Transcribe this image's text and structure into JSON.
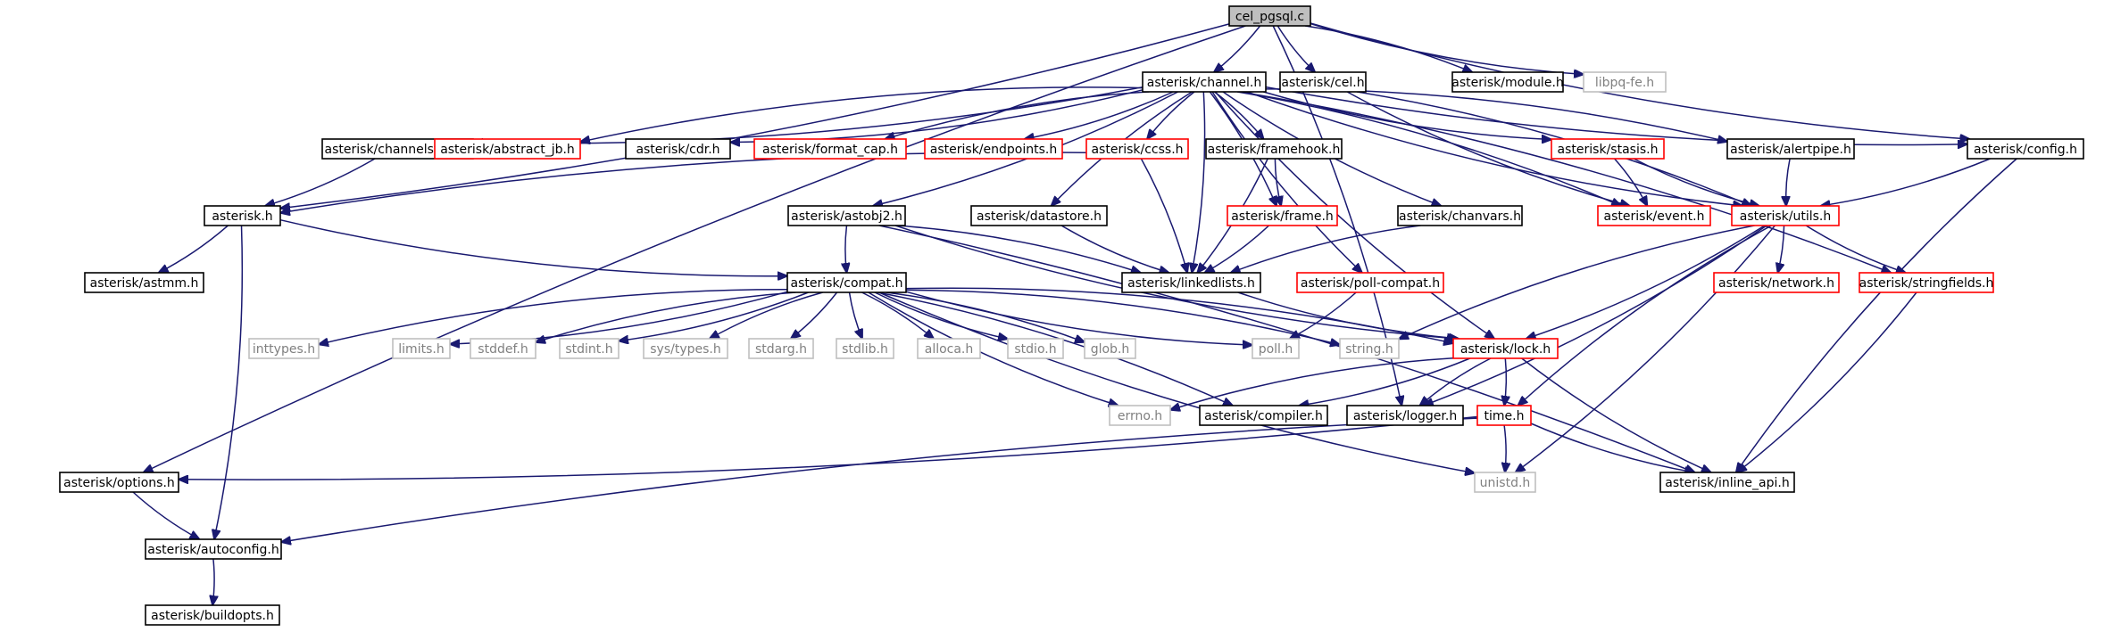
{
  "graph": {
    "title": "cel_pgsql.c",
    "colors": {
      "edge": "#191970",
      "text": "#000000",
      "text_muted": "#808080",
      "border_default": "#000000",
      "border_red": "#ff0000",
      "border_gray": "#bfbfbf",
      "fill_default": "#ffffff",
      "fill_root": "#bfbfbf"
    },
    "nodes": [
      {
        "id": "cel_pgsql",
        "label": "cel_pgsql.c",
        "style": "root"
      },
      {
        "id": "channel",
        "label": "asterisk/channel.h",
        "style": "black"
      },
      {
        "id": "cel",
        "label": "asterisk/cel.h",
        "style": "black"
      },
      {
        "id": "module",
        "label": "asterisk/module.h",
        "style": "black"
      },
      {
        "id": "libpq",
        "label": "libpq-fe.h",
        "style": "gray"
      },
      {
        "id": "channelstate",
        "label": "asterisk/channelstate.h",
        "style": "black"
      },
      {
        "id": "abstract_jb",
        "label": "asterisk/abstract_jb.h",
        "style": "red"
      },
      {
        "id": "cdr",
        "label": "asterisk/cdr.h",
        "style": "black"
      },
      {
        "id": "format_cap",
        "label": "asterisk/format_cap.h",
        "style": "red"
      },
      {
        "id": "endpoints",
        "label": "asterisk/endpoints.h",
        "style": "red"
      },
      {
        "id": "ccss",
        "label": "asterisk/ccss.h",
        "style": "red"
      },
      {
        "id": "framehook",
        "label": "asterisk/framehook.h",
        "style": "black"
      },
      {
        "id": "stasis",
        "label": "asterisk/stasis.h",
        "style": "red"
      },
      {
        "id": "alertpipe",
        "label": "asterisk/alertpipe.h",
        "style": "black"
      },
      {
        "id": "config",
        "label": "asterisk/config.h",
        "style": "black"
      },
      {
        "id": "asterisk",
        "label": "asterisk.h",
        "style": "black"
      },
      {
        "id": "astobj2",
        "label": "asterisk/astobj2.h",
        "style": "black"
      },
      {
        "id": "datastore",
        "label": "asterisk/datastore.h",
        "style": "black"
      },
      {
        "id": "frame",
        "label": "asterisk/frame.h",
        "style": "red"
      },
      {
        "id": "chanvars",
        "label": "asterisk/chanvars.h",
        "style": "black"
      },
      {
        "id": "event",
        "label": "asterisk/event.h",
        "style": "red"
      },
      {
        "id": "utils",
        "label": "asterisk/utils.h",
        "style": "red"
      },
      {
        "id": "astmm",
        "label": "asterisk/astmm.h",
        "style": "black"
      },
      {
        "id": "compat",
        "label": "asterisk/compat.h",
        "style": "black"
      },
      {
        "id": "linkedlists",
        "label": "asterisk/linkedlists.h",
        "style": "black"
      },
      {
        "id": "poll_compat",
        "label": "asterisk/poll-compat.h",
        "style": "red"
      },
      {
        "id": "network",
        "label": "asterisk/network.h",
        "style": "red"
      },
      {
        "id": "stringfields",
        "label": "asterisk/stringfields.h",
        "style": "red"
      },
      {
        "id": "inttypes",
        "label": "inttypes.h",
        "style": "gray"
      },
      {
        "id": "limits",
        "label": "limits.h",
        "style": "gray"
      },
      {
        "id": "stddef",
        "label": "stddef.h",
        "style": "gray"
      },
      {
        "id": "stdint",
        "label": "stdint.h",
        "style": "gray"
      },
      {
        "id": "systypes",
        "label": "sys/types.h",
        "style": "gray"
      },
      {
        "id": "stdarg",
        "label": "stdarg.h",
        "style": "gray"
      },
      {
        "id": "stdlib",
        "label": "stdlib.h",
        "style": "gray"
      },
      {
        "id": "alloca",
        "label": "alloca.h",
        "style": "gray"
      },
      {
        "id": "stdio",
        "label": "stdio.h",
        "style": "gray"
      },
      {
        "id": "glob",
        "label": "glob.h",
        "style": "gray"
      },
      {
        "id": "poll",
        "label": "poll.h",
        "style": "gray"
      },
      {
        "id": "string",
        "label": "string.h",
        "style": "gray"
      },
      {
        "id": "lock",
        "label": "asterisk/lock.h",
        "style": "red"
      },
      {
        "id": "errno",
        "label": "errno.h",
        "style": "gray"
      },
      {
        "id": "compiler",
        "label": "asterisk/compiler.h",
        "style": "black"
      },
      {
        "id": "logger",
        "label": "asterisk/logger.h",
        "style": "black"
      },
      {
        "id": "time",
        "label": "time.h",
        "style": "red"
      },
      {
        "id": "options",
        "label": "asterisk/options.h",
        "style": "black"
      },
      {
        "id": "unistd",
        "label": "unistd.h",
        "style": "gray"
      },
      {
        "id": "inline_api",
        "label": "asterisk/inline_api.h",
        "style": "black"
      },
      {
        "id": "autoconfig",
        "label": "asterisk/autoconfig.h",
        "style": "black"
      },
      {
        "id": "buildopts",
        "label": "asterisk/buildopts.h",
        "style": "black"
      }
    ],
    "edges": [
      [
        "cel_pgsql",
        "channel"
      ],
      [
        "cel_pgsql",
        "cel"
      ],
      [
        "cel_pgsql",
        "module"
      ],
      [
        "cel_pgsql",
        "libpq"
      ],
      [
        "cel_pgsql",
        "asterisk"
      ],
      [
        "cel_pgsql",
        "options"
      ],
      [
        "cel_pgsql",
        "logger"
      ],
      [
        "cel_pgsql",
        "config"
      ],
      [
        "channel",
        "channelstate"
      ],
      [
        "channel",
        "abstract_jb"
      ],
      [
        "channel",
        "cdr"
      ],
      [
        "channel",
        "format_cap"
      ],
      [
        "channel",
        "endpoints"
      ],
      [
        "channel",
        "ccss"
      ],
      [
        "channel",
        "framehook"
      ],
      [
        "channel",
        "stasis"
      ],
      [
        "channel",
        "alertpipe"
      ],
      [
        "channel",
        "config"
      ],
      [
        "channel",
        "astobj2"
      ],
      [
        "channel",
        "datastore"
      ],
      [
        "channel",
        "frame"
      ],
      [
        "channel",
        "chanvars"
      ],
      [
        "channel",
        "event"
      ],
      [
        "channel",
        "utils"
      ],
      [
        "channel",
        "linkedlists"
      ],
      [
        "channel",
        "poll_compat"
      ],
      [
        "channel",
        "stringfields"
      ],
      [
        "channel",
        "lock"
      ],
      [
        "cel",
        "utils"
      ],
      [
        "cel",
        "event"
      ],
      [
        "channelstate",
        "asterisk"
      ],
      [
        "ccss",
        "asterisk"
      ],
      [
        "ccss",
        "linkedlists"
      ],
      [
        "framehook",
        "frame"
      ],
      [
        "framehook",
        "linkedlists"
      ],
      [
        "stasis",
        "utils"
      ],
      [
        "stasis",
        "event"
      ],
      [
        "alertpipe",
        "utils"
      ],
      [
        "config",
        "utils"
      ],
      [
        "config",
        "inline_api"
      ],
      [
        "asterisk",
        "astmm"
      ],
      [
        "asterisk",
        "compat"
      ],
      [
        "asterisk",
        "autoconfig"
      ],
      [
        "astobj2",
        "compat"
      ],
      [
        "astobj2",
        "linkedlists"
      ],
      [
        "astobj2",
        "lock"
      ],
      [
        "astobj2",
        "inline_api"
      ],
      [
        "datastore",
        "linkedlists"
      ],
      [
        "frame",
        "linkedlists"
      ],
      [
        "chanvars",
        "linkedlists"
      ],
      [
        "utils",
        "network"
      ],
      [
        "utils",
        "stringfields"
      ],
      [
        "utils",
        "lock"
      ],
      [
        "utils",
        "time"
      ],
      [
        "utils",
        "logger"
      ],
      [
        "utils",
        "string"
      ],
      [
        "utils",
        "unistd"
      ],
      [
        "compat",
        "inttypes"
      ],
      [
        "compat",
        "limits"
      ],
      [
        "compat",
        "stddef"
      ],
      [
        "compat",
        "stdint"
      ],
      [
        "compat",
        "systypes"
      ],
      [
        "compat",
        "stdarg"
      ],
      [
        "compat",
        "stdlib"
      ],
      [
        "compat",
        "alloca"
      ],
      [
        "compat",
        "stdio"
      ],
      [
        "compat",
        "glob"
      ],
      [
        "compat",
        "poll"
      ],
      [
        "compat",
        "string"
      ],
      [
        "compat",
        "errno"
      ],
      [
        "compat",
        "compiler"
      ],
      [
        "compat",
        "unistd"
      ],
      [
        "compat",
        "lock"
      ],
      [
        "linkedlists",
        "lock"
      ],
      [
        "poll_compat",
        "poll"
      ],
      [
        "lock",
        "errno"
      ],
      [
        "lock",
        "compiler"
      ],
      [
        "lock",
        "logger"
      ],
      [
        "lock",
        "time"
      ],
      [
        "lock",
        "inline_api"
      ],
      [
        "time",
        "unistd"
      ],
      [
        "time",
        "inline_api"
      ],
      [
        "time",
        "options"
      ],
      [
        "time",
        "autoconfig"
      ],
      [
        "stringfields",
        "inline_api"
      ],
      [
        "options",
        "autoconfig"
      ],
      [
        "autoconfig",
        "buildopts"
      ]
    ]
  }
}
